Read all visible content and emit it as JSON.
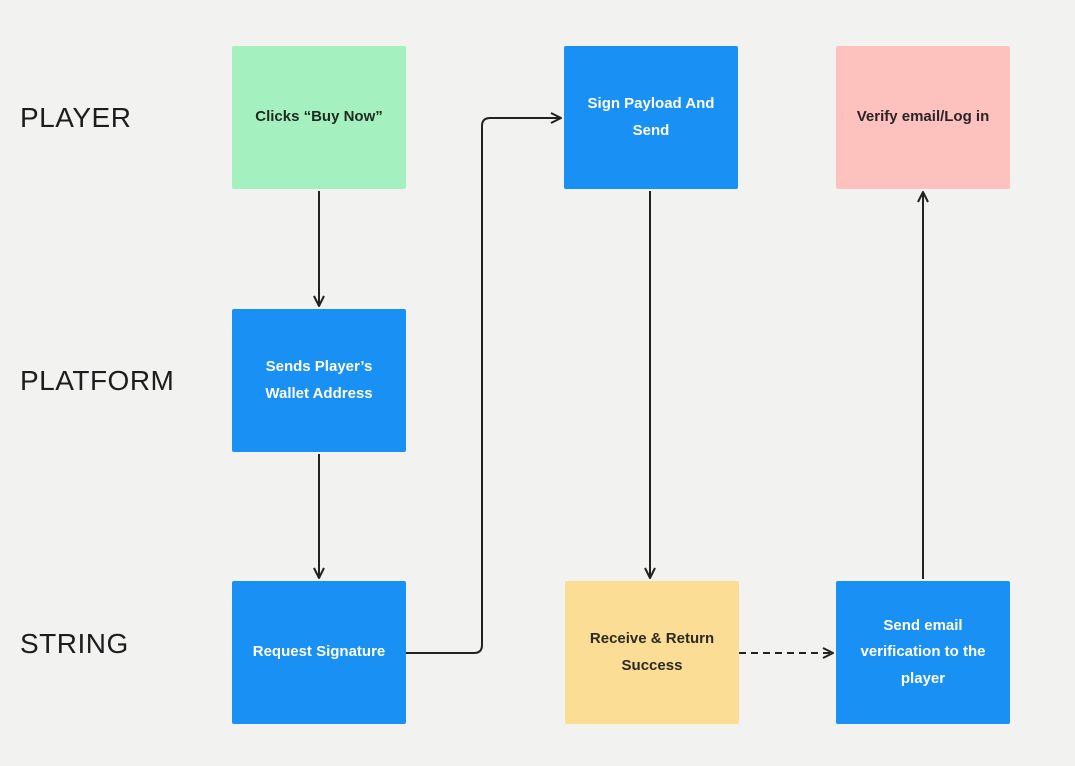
{
  "diagram": {
    "type": "flowchart-swimlane",
    "lanes": [
      {
        "label": "PLAYER"
      },
      {
        "label": "PLATFORM"
      },
      {
        "label": "STRING"
      }
    ],
    "nodes": [
      {
        "id": "clicks-buy-now",
        "label": "Clicks “Buy Now”",
        "lane": "PLAYER",
        "color": "#a5f0bf",
        "text_color": "#1f2a23"
      },
      {
        "id": "sign-payload-and-send",
        "label": "Sign Payload And Send",
        "lane": "PLAYER",
        "color": "#1890f4",
        "text_color": "#ffffff"
      },
      {
        "id": "verify-email-log-in",
        "label": "Verify email/Log in",
        "lane": "PLAYER",
        "color": "#fdc2be",
        "text_color": "#2a2426"
      },
      {
        "id": "sends-players-wallet-address",
        "label": "Sends Player’s Wallet Address",
        "lane": "PLATFORM",
        "color": "#1890f4",
        "text_color": "#ffffff"
      },
      {
        "id": "request-signature",
        "label": "Request Signature",
        "lane": "STRING",
        "color": "#1890f4",
        "text_color": "#ffffff"
      },
      {
        "id": "receive-return-success",
        "label": "Receive & Return Success",
        "lane": "STRING",
        "color": "#fcdd96",
        "text_color": "#2b2a1f"
      },
      {
        "id": "send-email-verification",
        "label": "Send email verification to the player",
        "lane": "STRING",
        "color": "#1890f4",
        "text_color": "#ffffff"
      }
    ],
    "edges": [
      {
        "from": "clicks-buy-now",
        "to": "sends-players-wallet-address",
        "style": "solid",
        "direction": "down"
      },
      {
        "from": "sends-players-wallet-address",
        "to": "request-signature",
        "style": "solid",
        "direction": "down"
      },
      {
        "from": "request-signature",
        "to": "sign-payload-and-send",
        "style": "solid",
        "direction": "right-up-right-elbow"
      },
      {
        "from": "sign-payload-and-send",
        "to": "receive-return-success",
        "style": "solid",
        "direction": "down"
      },
      {
        "from": "receive-return-success",
        "to": "send-email-verification",
        "style": "dashed",
        "direction": "right"
      },
      {
        "from": "send-email-verification",
        "to": "verify-email-log-in",
        "style": "solid",
        "direction": "up"
      }
    ],
    "colors": {
      "background": "#f2f2f0",
      "edge_stroke": "#222222",
      "lane_label_text": "#1d1d1f",
      "node_green": "#a5f0bf",
      "node_blue": "#1890f4",
      "node_pink": "#fdc2be",
      "node_yellow": "#fcdd96"
    }
  }
}
